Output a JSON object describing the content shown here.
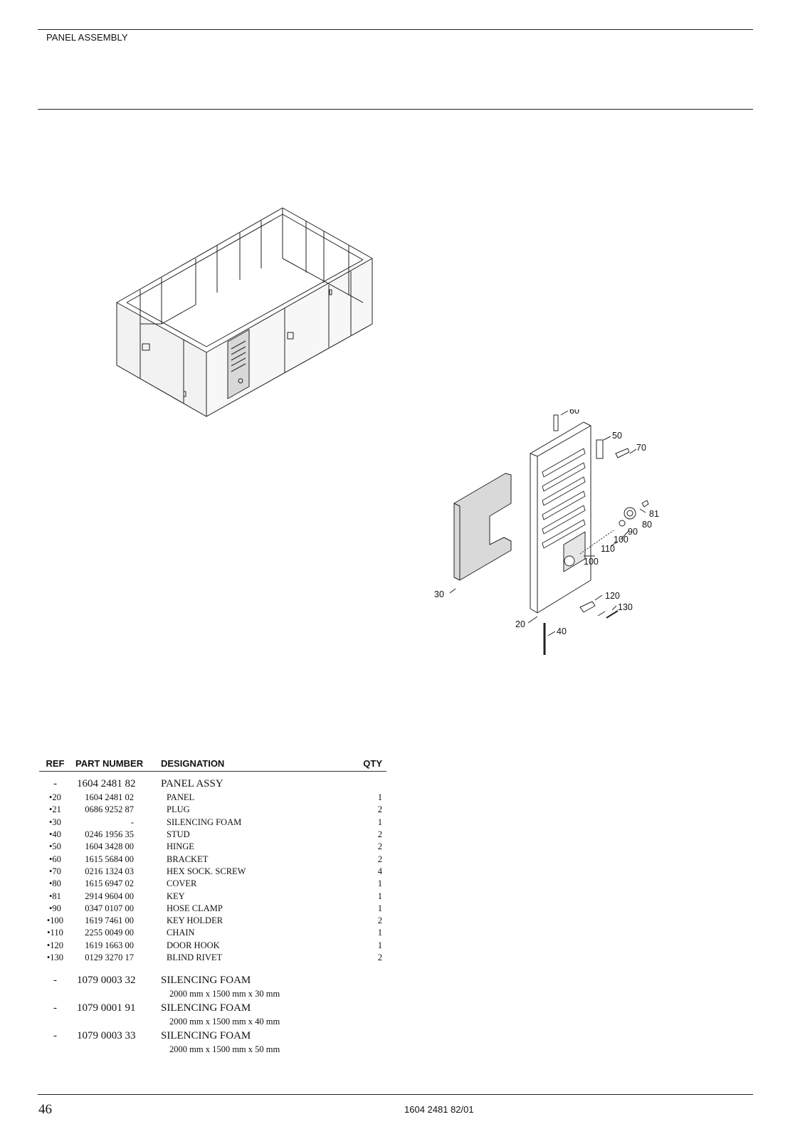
{
  "header": {
    "title": "PANEL ASSEMBLY"
  },
  "panel_callouts": [
    "60",
    "50",
    "70",
    "81",
    "80",
    "90",
    "100",
    "110",
    "100",
    "30",
    "120",
    "130",
    "20",
    "40"
  ],
  "table": {
    "headers": {
      "ref": "REF",
      "part_number": "PART NUMBER",
      "designation": "DESIGNATION",
      "qty": "QTY"
    },
    "assembly": {
      "ref": "-",
      "part_number": "1604 2481 82",
      "designation": "PANEL ASSY",
      "qty": ""
    },
    "rows": [
      {
        "ref": "•20",
        "part_number": "1604 2481 02",
        "designation": "PANEL",
        "qty": "1"
      },
      {
        "ref": "•21",
        "part_number": "0686 9252 87",
        "designation": "PLUG",
        "qty": "2"
      },
      {
        "ref": "•30",
        "part_number": "-",
        "designation": "SILENCING FOAM",
        "qty": "1"
      },
      {
        "ref": "•40",
        "part_number": "0246 1956 35",
        "designation": "STUD",
        "qty": "2"
      },
      {
        "ref": "•50",
        "part_number": "1604 3428 00",
        "designation": "HINGE",
        "qty": "2"
      },
      {
        "ref": "•60",
        "part_number": "1615 5684 00",
        "designation": "BRACKET",
        "qty": "2"
      },
      {
        "ref": "•70",
        "part_number": "0216 1324 03",
        "designation": "HEX SOCK. SCREW",
        "qty": "4"
      },
      {
        "ref": "•80",
        "part_number": "1615 6947 02",
        "designation": "COVER",
        "qty": "1"
      },
      {
        "ref": "•81",
        "part_number": "2914 9604 00",
        "designation": "KEY",
        "qty": "1"
      },
      {
        "ref": "•90",
        "part_number": "0347 0107 00",
        "designation": "HOSE CLAMP",
        "qty": "1"
      },
      {
        "ref": "•100",
        "part_number": "1619 7461 00",
        "designation": "KEY HOLDER",
        "qty": "2"
      },
      {
        "ref": "•110",
        "part_number": "2255 0049 00",
        "designation": "CHAIN",
        "qty": "1"
      },
      {
        "ref": "•120",
        "part_number": "1619 1663 00",
        "designation": "DOOR HOOK",
        "qty": "1"
      },
      {
        "ref": "•130",
        "part_number": "0129 3270 17",
        "designation": "BLIND RIVET",
        "qty": "2"
      }
    ],
    "foams": [
      {
        "ref": "-",
        "part_number": "1079 0003 32",
        "designation": "SILENCING FOAM",
        "note": "2000 mm x 1500 mm x 30 mm"
      },
      {
        "ref": "-",
        "part_number": "1079 0001 91",
        "designation": "SILENCING FOAM",
        "note": "2000 mm x 1500 mm x 40 mm"
      },
      {
        "ref": "-",
        "part_number": "1079 0003 33",
        "designation": "SILENCING FOAM",
        "note": "2000 mm x 1500 mm x 50 mm"
      }
    ]
  },
  "footer": {
    "page_number": "46",
    "doc_code": "1604 2481 82/01"
  }
}
